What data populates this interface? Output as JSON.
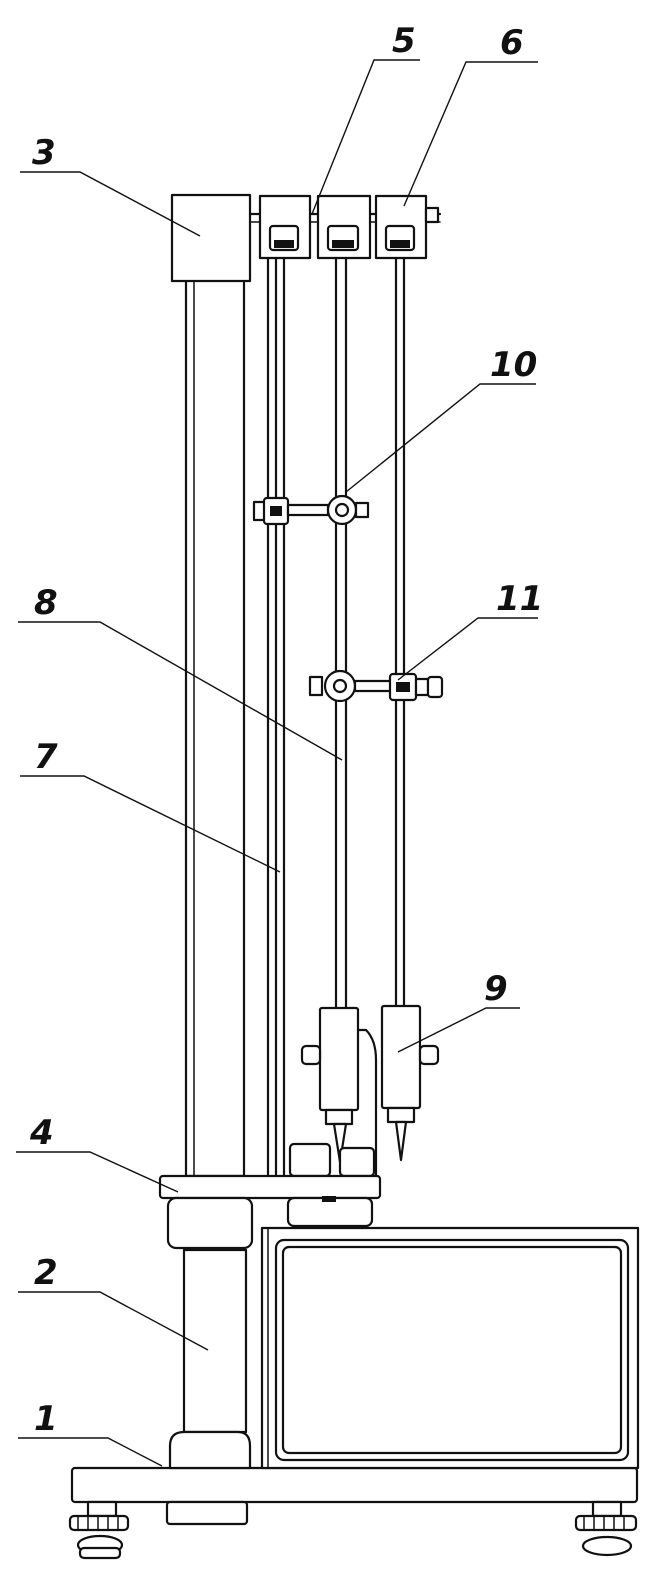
{
  "figure": {
    "labels": [
      {
        "id": "lbl1",
        "text": "1"
      },
      {
        "id": "lbl2",
        "text": "2"
      },
      {
        "id": "lbl3",
        "text": "3"
      },
      {
        "id": "lbl4",
        "text": "4"
      },
      {
        "id": "lbl5",
        "text": "5"
      },
      {
        "id": "lbl6",
        "text": "6"
      },
      {
        "id": "lbl7",
        "text": "7"
      },
      {
        "id": "lbl8",
        "text": "8"
      },
      {
        "id": "lbl9",
        "text": "9"
      },
      {
        "id": "lbl10",
        "text": "10"
      },
      {
        "id": "lbl11",
        "text": "11"
      }
    ]
  }
}
